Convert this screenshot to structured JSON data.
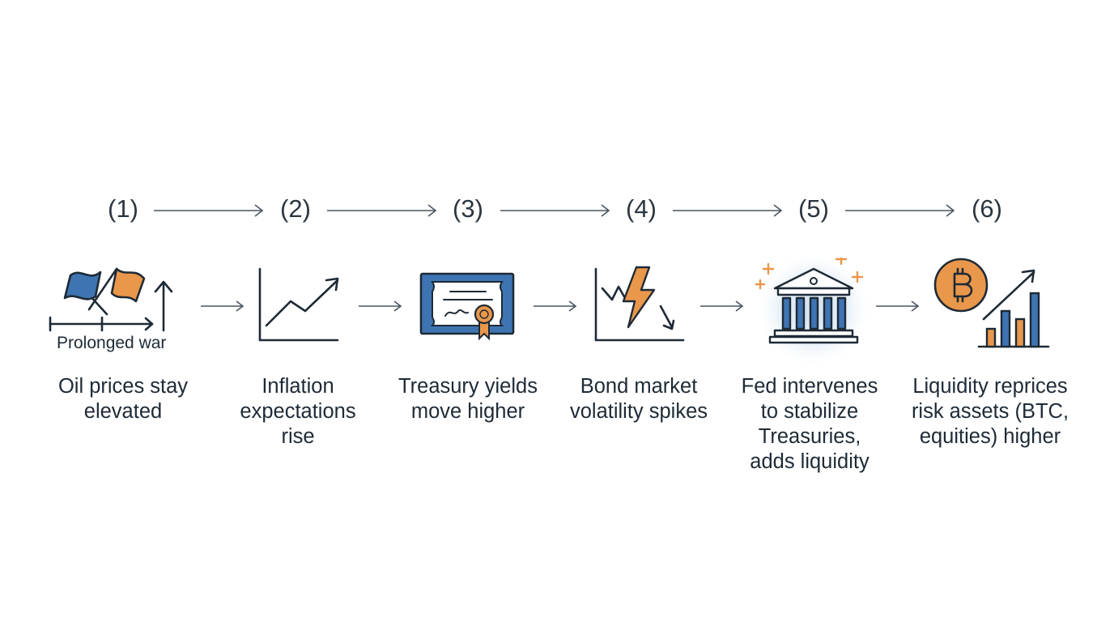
{
  "steps": [
    {
      "number": "(1)",
      "sub_label": "Prolonged war",
      "caption": [
        "Oil prices stay",
        "elevated"
      ],
      "icon": "war-flags-icon"
    },
    {
      "number": "(2)",
      "caption": [
        "Inflation",
        "expectations",
        "rise"
      ],
      "icon": "rising-line-chart-icon"
    },
    {
      "number": "(3)",
      "caption": [
        "Treasury yields",
        "move higher"
      ],
      "icon": "treasury-certificate-icon"
    },
    {
      "number": "(4)",
      "caption": [
        "Bond market",
        "volatility spikes"
      ],
      "icon": "volatility-lightning-chart-icon"
    },
    {
      "number": "(5)",
      "caption": [
        "Fed intervenes",
        "to stabilize",
        "Treasuries,",
        "adds liquidity"
      ],
      "icon": "central-bank-icon"
    },
    {
      "number": "(6)",
      "caption": [
        "Liquidity reprices",
        "risk assets (BTC,",
        "equities) higher"
      ],
      "icon": "bitcoin-bar-chart-icon"
    }
  ],
  "colors": {
    "navy": "#1e2a36",
    "blue": "#3f74b2",
    "orange": "#e9974a",
    "arrow": "#4a5560"
  }
}
